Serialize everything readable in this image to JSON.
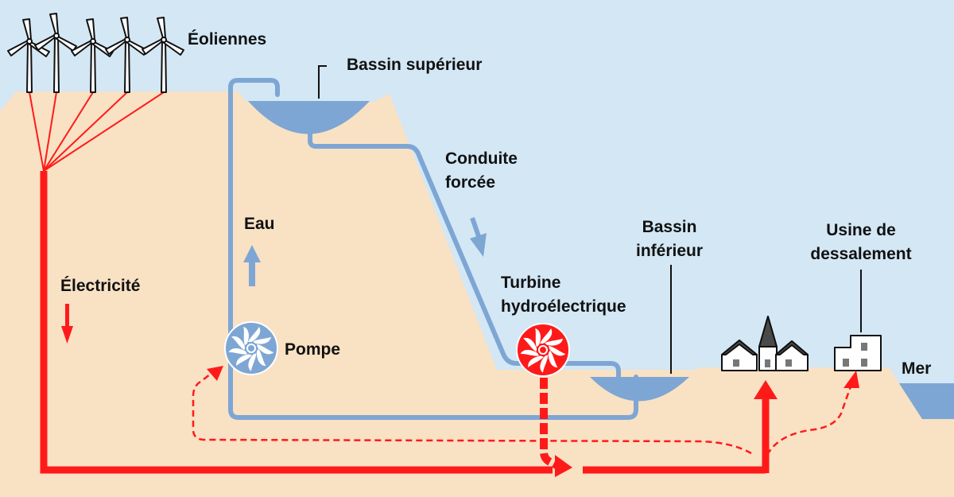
{
  "labels": {
    "eoliennes": "Éoliennes",
    "bassin_superieur": "Bassin supérieur",
    "conduite_forcee_1": "Conduite",
    "conduite_forcee_2": "forcée",
    "eau": "Eau",
    "electricite": "Électricité",
    "pompe": "Pompe",
    "turbine_1": "Turbine",
    "turbine_2": "hydroélectrique",
    "bassin_inferieur_1": "Bassin",
    "bassin_inferieur_2": "inférieur",
    "usine_1": "Usine de",
    "usine_2": "dessalement",
    "mer": "Mer"
  },
  "colors": {
    "sky": "#d3e7f5",
    "ground": "#f9e1c4",
    "water": "#7ea6d4",
    "pipe": "#7ea6d4",
    "electricity": "#ff1a1a",
    "outline": "#111111"
  },
  "icons": {
    "turbines": "wind-turbine-icon",
    "pump": "pump-wheel-icon",
    "hydro_turbine": "hydro-turbine-wheel-icon",
    "houses": "house-icon",
    "church": "church-icon",
    "plant": "desalination-plant-icon"
  }
}
